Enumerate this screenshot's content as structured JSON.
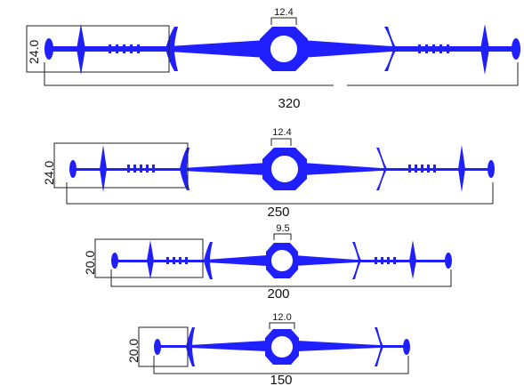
{
  "profile_color": "#1f1fff",
  "profiles": [
    {
      "width_label": "320",
      "height_label": "24.0",
      "bulb_label": "12.4",
      "ribs": true
    },
    {
      "width_label": "250",
      "height_label": "24.0",
      "bulb_label": "12.4",
      "ribs": true
    },
    {
      "width_label": "200",
      "height_label": "20.0",
      "bulb_label": "9.5",
      "ribs": true
    },
    {
      "width_label": "150",
      "height_label": "20.0",
      "bulb_label": "12.0",
      "ribs": false
    }
  ]
}
